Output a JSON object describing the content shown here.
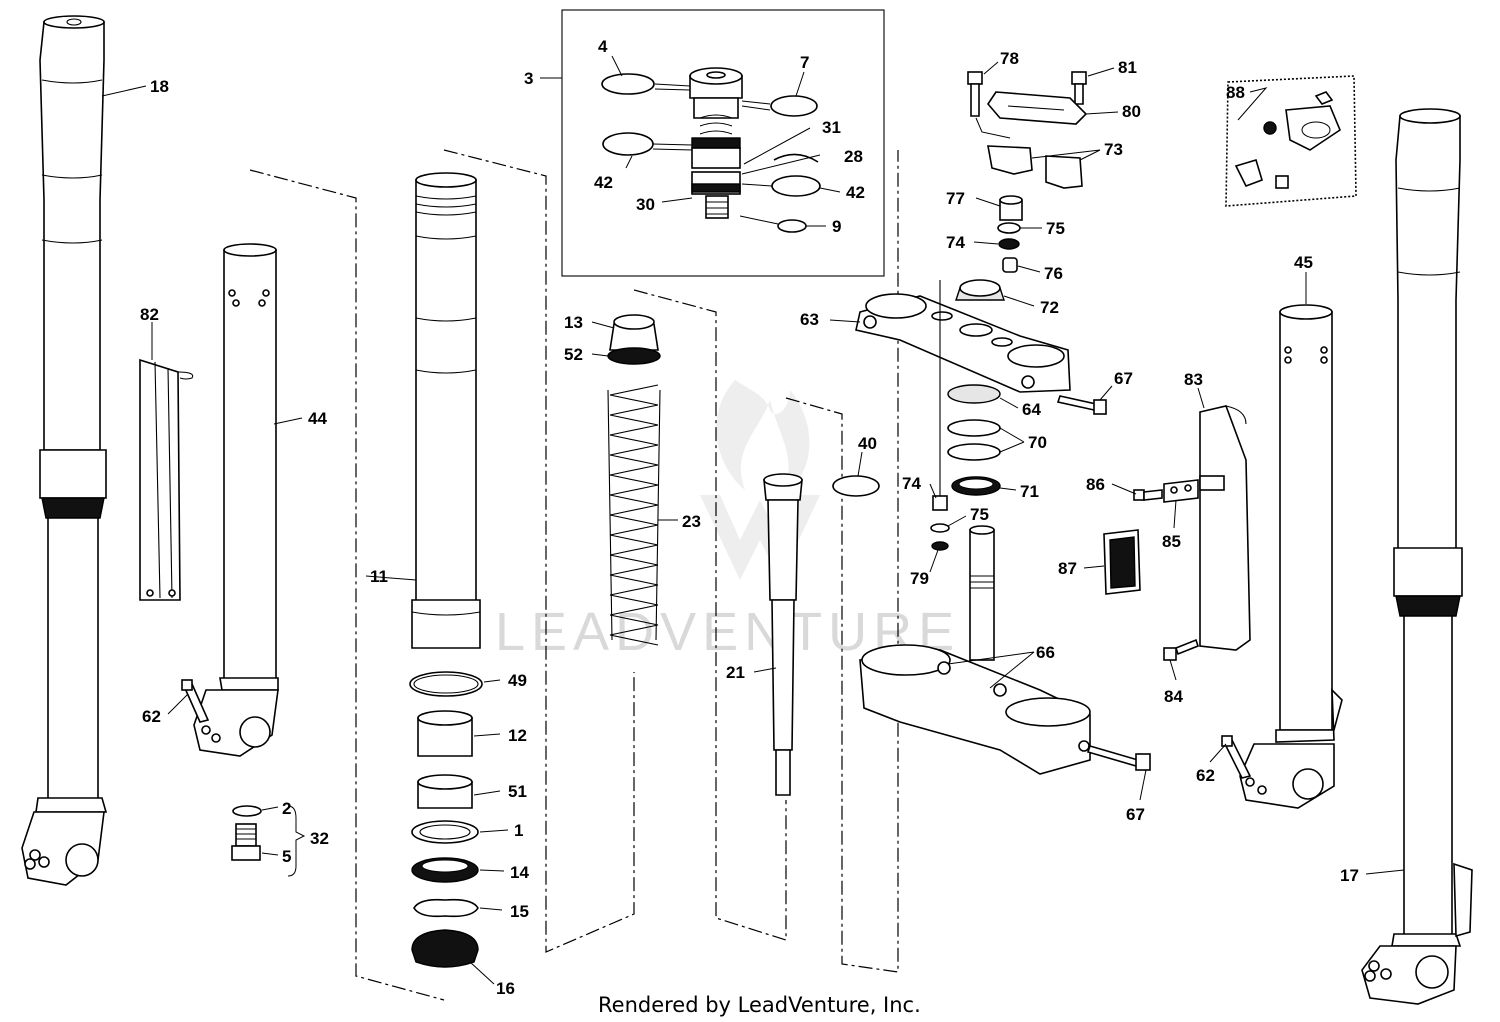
{
  "watermark": "LEADVENTURE",
  "credit": "Rendered by LeadVenture, Inc.",
  "callouts": [
    {
      "id": "c18",
      "label": "18"
    },
    {
      "id": "c82",
      "label": "82"
    },
    {
      "id": "c44",
      "label": "44"
    },
    {
      "id": "c62a",
      "label": "62"
    },
    {
      "id": "c2",
      "label": "2"
    },
    {
      "id": "c5",
      "label": "5"
    },
    {
      "id": "c32",
      "label": "32"
    },
    {
      "id": "c11",
      "label": "11"
    },
    {
      "id": "c49",
      "label": "49"
    },
    {
      "id": "c12",
      "label": "12"
    },
    {
      "id": "c51",
      "label": "51"
    },
    {
      "id": "c1",
      "label": "1"
    },
    {
      "id": "c14",
      "label": "14"
    },
    {
      "id": "c15",
      "label": "15"
    },
    {
      "id": "c16",
      "label": "16"
    },
    {
      "id": "c3",
      "label": "3"
    },
    {
      "id": "c4",
      "label": "4"
    },
    {
      "id": "c7",
      "label": "7"
    },
    {
      "id": "c31",
      "label": "31"
    },
    {
      "id": "c28",
      "label": "28"
    },
    {
      "id": "c42a",
      "label": "42"
    },
    {
      "id": "c42b",
      "label": "42"
    },
    {
      "id": "c30",
      "label": "30"
    },
    {
      "id": "c9",
      "label": "9"
    },
    {
      "id": "c13",
      "label": "13"
    },
    {
      "id": "c52",
      "label": "52"
    },
    {
      "id": "c23",
      "label": "23"
    },
    {
      "id": "c40",
      "label": "40"
    },
    {
      "id": "c21",
      "label": "21"
    },
    {
      "id": "c78",
      "label": "78"
    },
    {
      "id": "c81",
      "label": "81"
    },
    {
      "id": "c80",
      "label": "80"
    },
    {
      "id": "c73",
      "label": "73"
    },
    {
      "id": "c77",
      "label": "77"
    },
    {
      "id": "c75a",
      "label": "75"
    },
    {
      "id": "c74a",
      "label": "74"
    },
    {
      "id": "c76",
      "label": "76"
    },
    {
      "id": "c72",
      "label": "72"
    },
    {
      "id": "c63",
      "label": "63"
    },
    {
      "id": "c67a",
      "label": "67"
    },
    {
      "id": "c64",
      "label": "64"
    },
    {
      "id": "c70",
      "label": "70"
    },
    {
      "id": "c71",
      "label": "71"
    },
    {
      "id": "c74b",
      "label": "74"
    },
    {
      "id": "c75b",
      "label": "75"
    },
    {
      "id": "c79",
      "label": "79"
    },
    {
      "id": "c66",
      "label": "66"
    },
    {
      "id": "c67b",
      "label": "67"
    },
    {
      "id": "c88",
      "label": "88"
    },
    {
      "id": "c45",
      "label": "45"
    },
    {
      "id": "c83",
      "label": "83"
    },
    {
      "id": "c86",
      "label": "86"
    },
    {
      "id": "c85",
      "label": "85"
    },
    {
      "id": "c87",
      "label": "87"
    },
    {
      "id": "c84",
      "label": "84"
    },
    {
      "id": "c62b",
      "label": "62"
    },
    {
      "id": "c17",
      "label": "17"
    }
  ]
}
